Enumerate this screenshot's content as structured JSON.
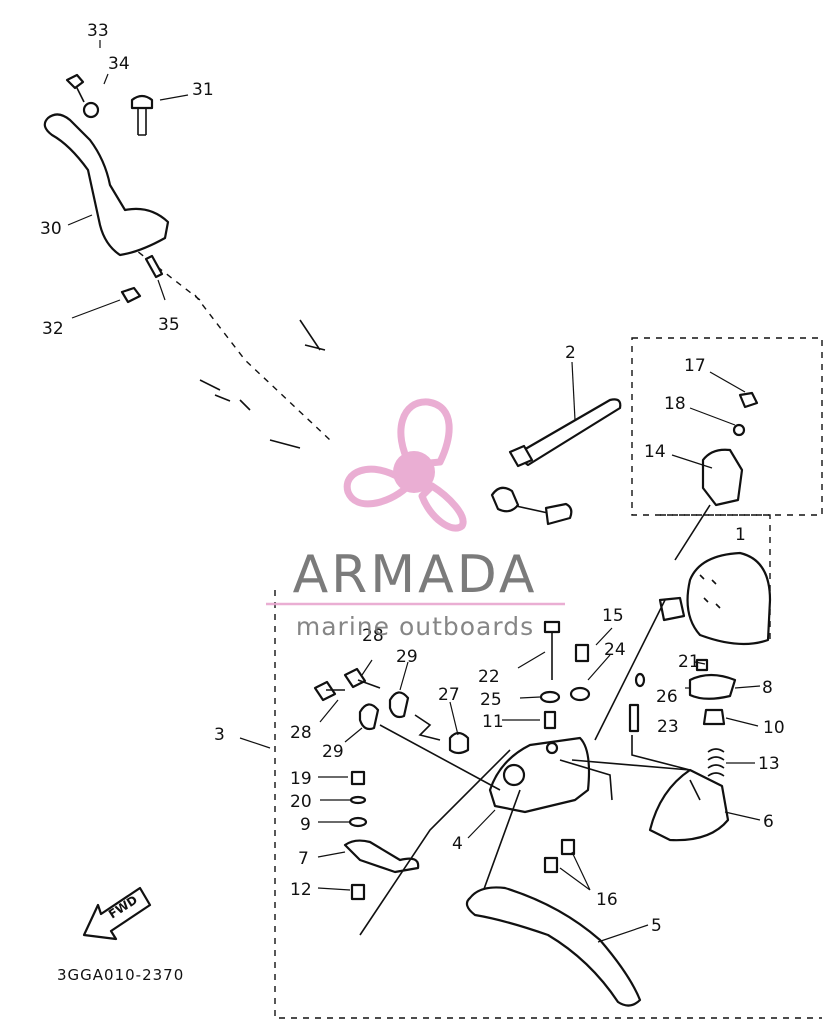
{
  "diagram": {
    "part_labels": [
      {
        "id": "33",
        "text": "33"
      },
      {
        "id": "34",
        "text": "34"
      },
      {
        "id": "31",
        "text": "31"
      },
      {
        "id": "30",
        "text": "30"
      },
      {
        "id": "32",
        "text": "32"
      },
      {
        "id": "35",
        "text": "35"
      },
      {
        "id": "2",
        "text": "2"
      },
      {
        "id": "17",
        "text": "17"
      },
      {
        "id": "18",
        "text": "18"
      },
      {
        "id": "14",
        "text": "14"
      },
      {
        "id": "1",
        "text": "1"
      },
      {
        "id": "15",
        "text": "15"
      },
      {
        "id": "28a",
        "text": "28"
      },
      {
        "id": "29a",
        "text": "29"
      },
      {
        "id": "24",
        "text": "24"
      },
      {
        "id": "22",
        "text": "22"
      },
      {
        "id": "21",
        "text": "21"
      },
      {
        "id": "26",
        "text": "26"
      },
      {
        "id": "8",
        "text": "8"
      },
      {
        "id": "25",
        "text": "25"
      },
      {
        "id": "27",
        "text": "27"
      },
      {
        "id": "3",
        "text": "3"
      },
      {
        "id": "28b",
        "text": "28"
      },
      {
        "id": "11",
        "text": "11"
      },
      {
        "id": "10",
        "text": "10"
      },
      {
        "id": "23",
        "text": "23"
      },
      {
        "id": "29b",
        "text": "29"
      },
      {
        "id": "13",
        "text": "13"
      },
      {
        "id": "19",
        "text": "19"
      },
      {
        "id": "20",
        "text": "20"
      },
      {
        "id": "6",
        "text": "6"
      },
      {
        "id": "9",
        "text": "9"
      },
      {
        "id": "4",
        "text": "4"
      },
      {
        "id": "7",
        "text": "7"
      },
      {
        "id": "12",
        "text": "12"
      },
      {
        "id": "16",
        "text": "16"
      },
      {
        "id": "5",
        "text": "5"
      }
    ],
    "direction_arrow": "FWD",
    "drawing_code": "3GGA010-2370"
  },
  "watermark": {
    "brand": "ARMADA",
    "tagline": "marine outboards",
    "color": "#e8a6cf"
  }
}
